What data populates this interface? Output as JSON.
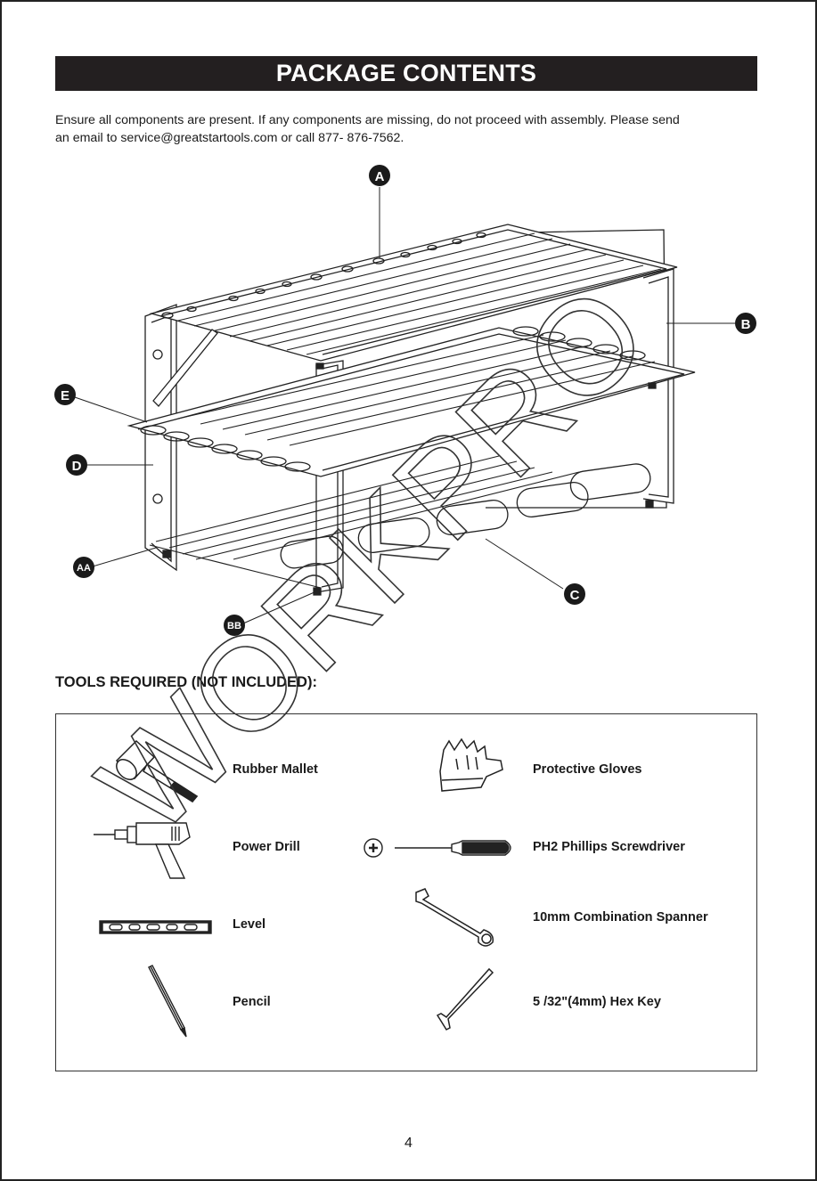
{
  "header": {
    "title": "PACKAGE CONTENTS"
  },
  "intro": {
    "line1": "Ensure all components are present. If any components are missing, do not proceed with assembly. Please send",
    "line2": "an email to service@greatstartools.com or call 877- 876-7562."
  },
  "diagram": {
    "callouts": {
      "a": "A",
      "b": "B",
      "c": "C",
      "d": "D",
      "e": "E",
      "aa": "AA",
      "bb": "BB"
    }
  },
  "tools": {
    "heading": "TOOLS REQUIRED (NOT INCLUDED):",
    "items": [
      {
        "label": "Rubber Mallet",
        "icon": "rubber-mallet-icon"
      },
      {
        "label": "Protective Gloves",
        "icon": "gloves-icon"
      },
      {
        "label": "Power Drill",
        "icon": "power-drill-icon"
      },
      {
        "label": "PH2 Phillips Screwdriver",
        "icon": "screwdriver-icon"
      },
      {
        "label": "Level",
        "icon": "level-icon"
      },
      {
        "label": "10mm Combination Spanner",
        "icon": "spanner-icon"
      },
      {
        "label": "Pencil",
        "icon": "pencil-icon"
      },
      {
        "label": "5 /32\"(4mm) Hex Key",
        "icon": "hex-key-icon"
      }
    ]
  },
  "watermark": {
    "text": "WORKPRO"
  },
  "footer": {
    "page_number": "4"
  }
}
